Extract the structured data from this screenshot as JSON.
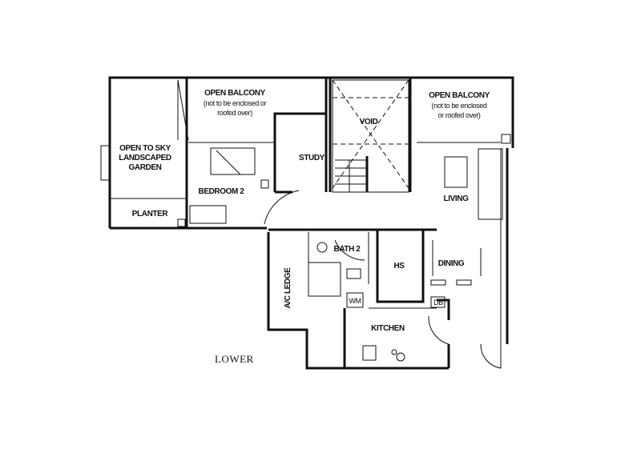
{
  "plan": {
    "level_label": "LOWER",
    "rooms": {
      "garden": [
        "OPEN TO SKY",
        "LANDSCAPED",
        "GARDEN"
      ],
      "planter": "PLANTER",
      "balcony_left": [
        "OPEN BALCONY",
        "(not to be enclosed or",
        "roofed over)"
      ],
      "balcony_right": [
        "OPEN BALCONY",
        "(not to be enclosed",
        "or roofed over)"
      ],
      "study": "STUDY",
      "void": "VOID",
      "bedroom2": "BEDROOM 2",
      "living": "LIVING",
      "bath2": "BATH 2",
      "hs": "HS",
      "dining": "DINING",
      "ac_ledge": "A/C LEDGE",
      "kitchen": "KITCHEN",
      "wm": "WM",
      "db": "DB"
    }
  }
}
